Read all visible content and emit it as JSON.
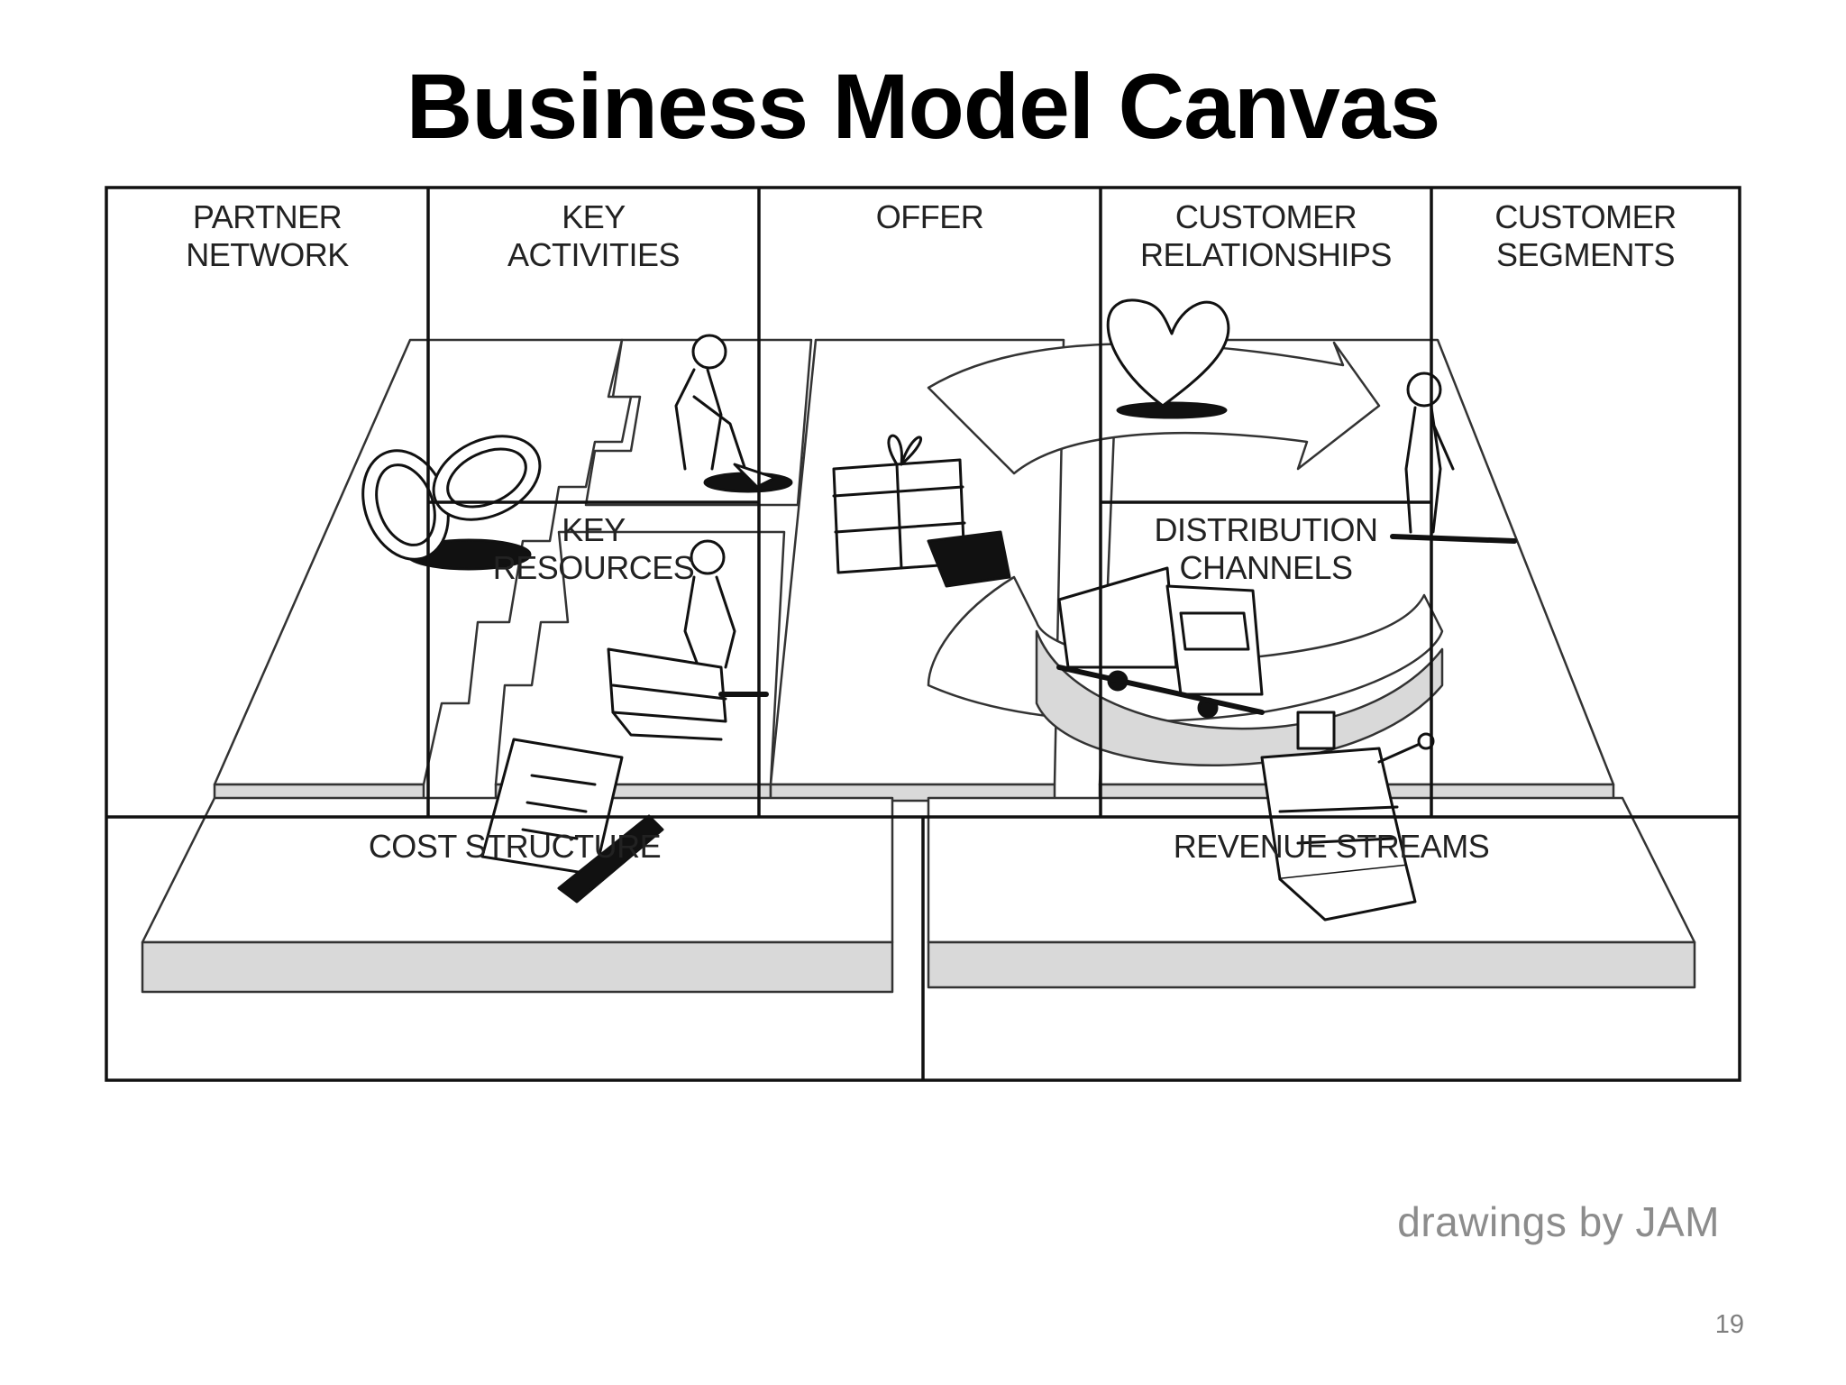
{
  "slide": {
    "title": "Business Model Canvas",
    "credit": "drawings by JAM",
    "page_number": "19"
  },
  "canvas": {
    "cells": {
      "partner_network": "PARTNER\nNETWORK",
      "key_activities": "KEY\nACTIVITIES",
      "offer": "OFFER",
      "customer_relationships": "CUSTOMER\nRELATIONSHIPS",
      "customer_segments": "CUSTOMER\nSEGMENTS",
      "key_resources": "KEY\nRESOURCES",
      "distribution_channels": "DISTRIBUTION\nCHANNELS",
      "cost_structure": "COST STRUCTURE",
      "revenue_streams": "REVENUE STREAMS"
    }
  },
  "illustrations": [
    "interlocking-rings-icon",
    "digging-worker-icon",
    "gift-box-icon",
    "heart-icon",
    "standing-customer-icon",
    "worker-with-machine-icon",
    "delivery-truck-icon",
    "document-pages-icon",
    "cash-register-icon"
  ],
  "colors": {
    "line": "#111111",
    "platform_shade": "#d9d9d9",
    "credit_text": "#8c8c8c"
  }
}
